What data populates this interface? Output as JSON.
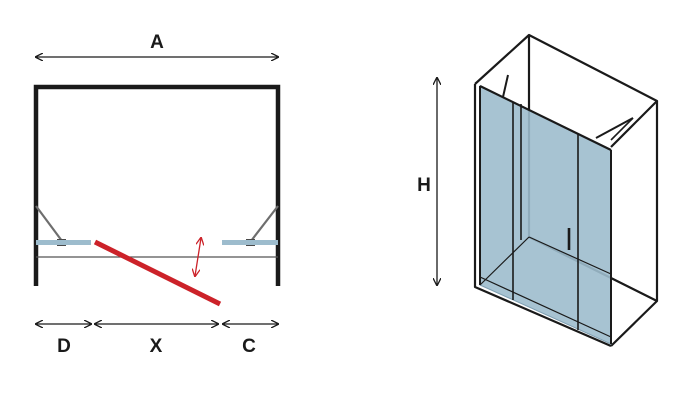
{
  "plan_view": {
    "labels": {
      "width": "A",
      "left_panel": "D",
      "door_opening": "X",
      "right_panel": "C"
    }
  },
  "perspective_view": {
    "labels": {
      "height": "H"
    }
  },
  "colors": {
    "frame": "#1a1a1a",
    "glass": "#8fb4c9",
    "glass_fill": "#9dbccd",
    "door": "#cc2229",
    "swing_arrow": "#cc2229",
    "bracket": "#6e6e6e"
  }
}
